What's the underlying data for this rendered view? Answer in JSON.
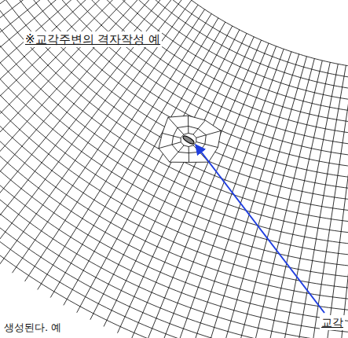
{
  "diagram": {
    "title": "※교각주변의 격자작성 예",
    "labels": [
      "교각",
      "생성된다. 예"
    ]
  }
}
